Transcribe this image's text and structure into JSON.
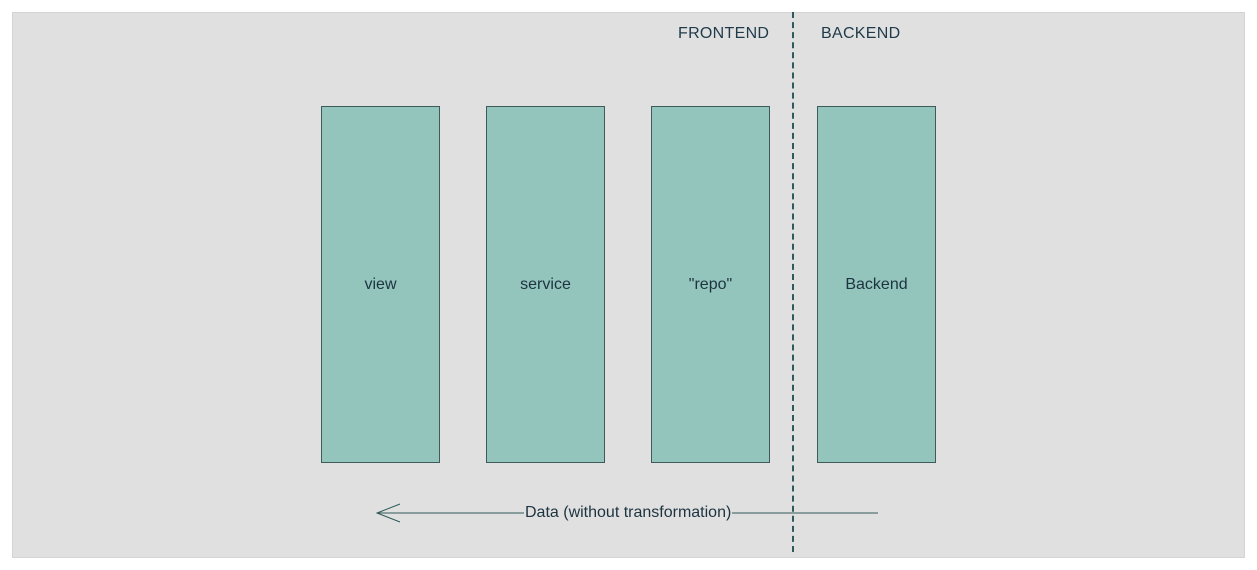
{
  "regions": {
    "frontend": "FRONTEND",
    "backend": "BACKEND"
  },
  "boxes": {
    "view": "view",
    "service": "service",
    "repo": "\"repo\"",
    "backend": "Backend"
  },
  "flow": {
    "label": "Data (without transformation)",
    "direction": "right-to-left"
  },
  "colors": {
    "background": "#e0e0e0",
    "box_fill": "#93c5bc",
    "stroke": "#2f5a59",
    "text": "#1d3340"
  }
}
